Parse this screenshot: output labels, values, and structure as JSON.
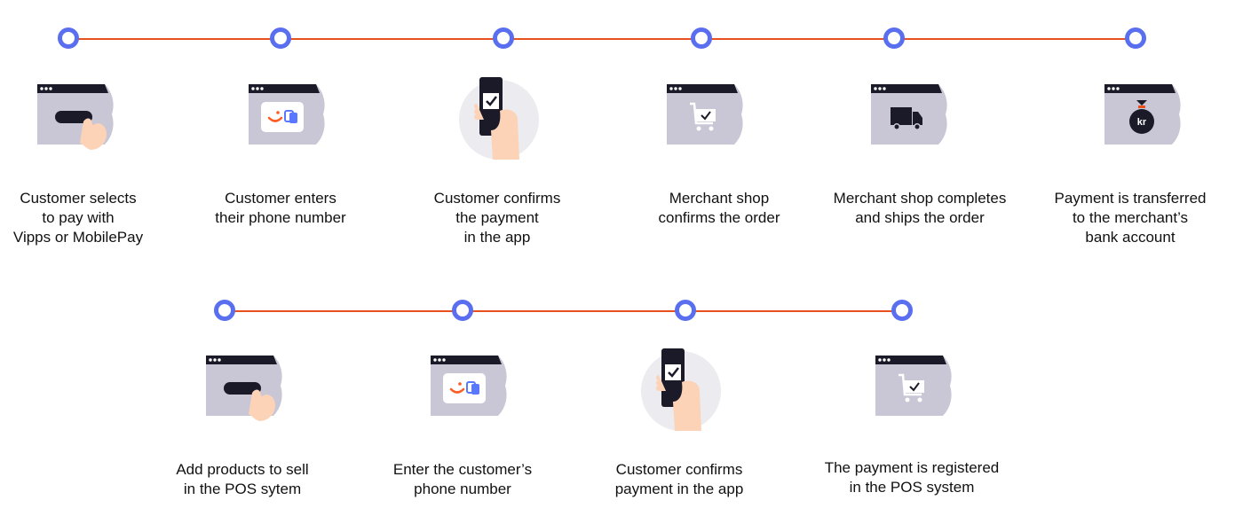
{
  "colors": {
    "line": "#e8501e",
    "node": "#5a6ef0",
    "window": "#c9c7d5",
    "window_bar": "#1b1a29",
    "skin": "#fdd3b8",
    "phone_bg": "#ebebf0",
    "vipps_orange": "#ff5b24",
    "mobilepay_blue": "#5a78ff"
  },
  "online_flow": {
    "steps": [
      {
        "icon": "browser-pay-button-icon",
        "label": "Customer selects\nto pay with\nVipps or MobilePay"
      },
      {
        "icon": "browser-vipps-mobilepay-icon",
        "label": "Customer enters\ntheir phone number"
      },
      {
        "icon": "phone-confirm-icon",
        "label": "Customer confirms\nthe payment\nin the app"
      },
      {
        "icon": "browser-cart-check-icon",
        "label": "Merchant shop\nconfirms the order"
      },
      {
        "icon": "browser-truck-icon",
        "label": "Merchant shop completes\nand ships the order"
      },
      {
        "icon": "browser-money-bag-icon",
        "label": "Payment is transferred\nto the merchant’s\nbank account",
        "bag_text": "kr"
      }
    ]
  },
  "pos_flow": {
    "steps": [
      {
        "icon": "browser-pay-button-icon",
        "label": "Add products to sell\nin the POS sytem"
      },
      {
        "icon": "browser-vipps-mobilepay-icon",
        "label": "Enter the customer’s\nphone number"
      },
      {
        "icon": "phone-confirm-icon",
        "label": "Customer confirms\npayment in the app"
      },
      {
        "icon": "browser-cart-check-icon",
        "label": "The payment is registered\nin the POS system"
      }
    ]
  }
}
